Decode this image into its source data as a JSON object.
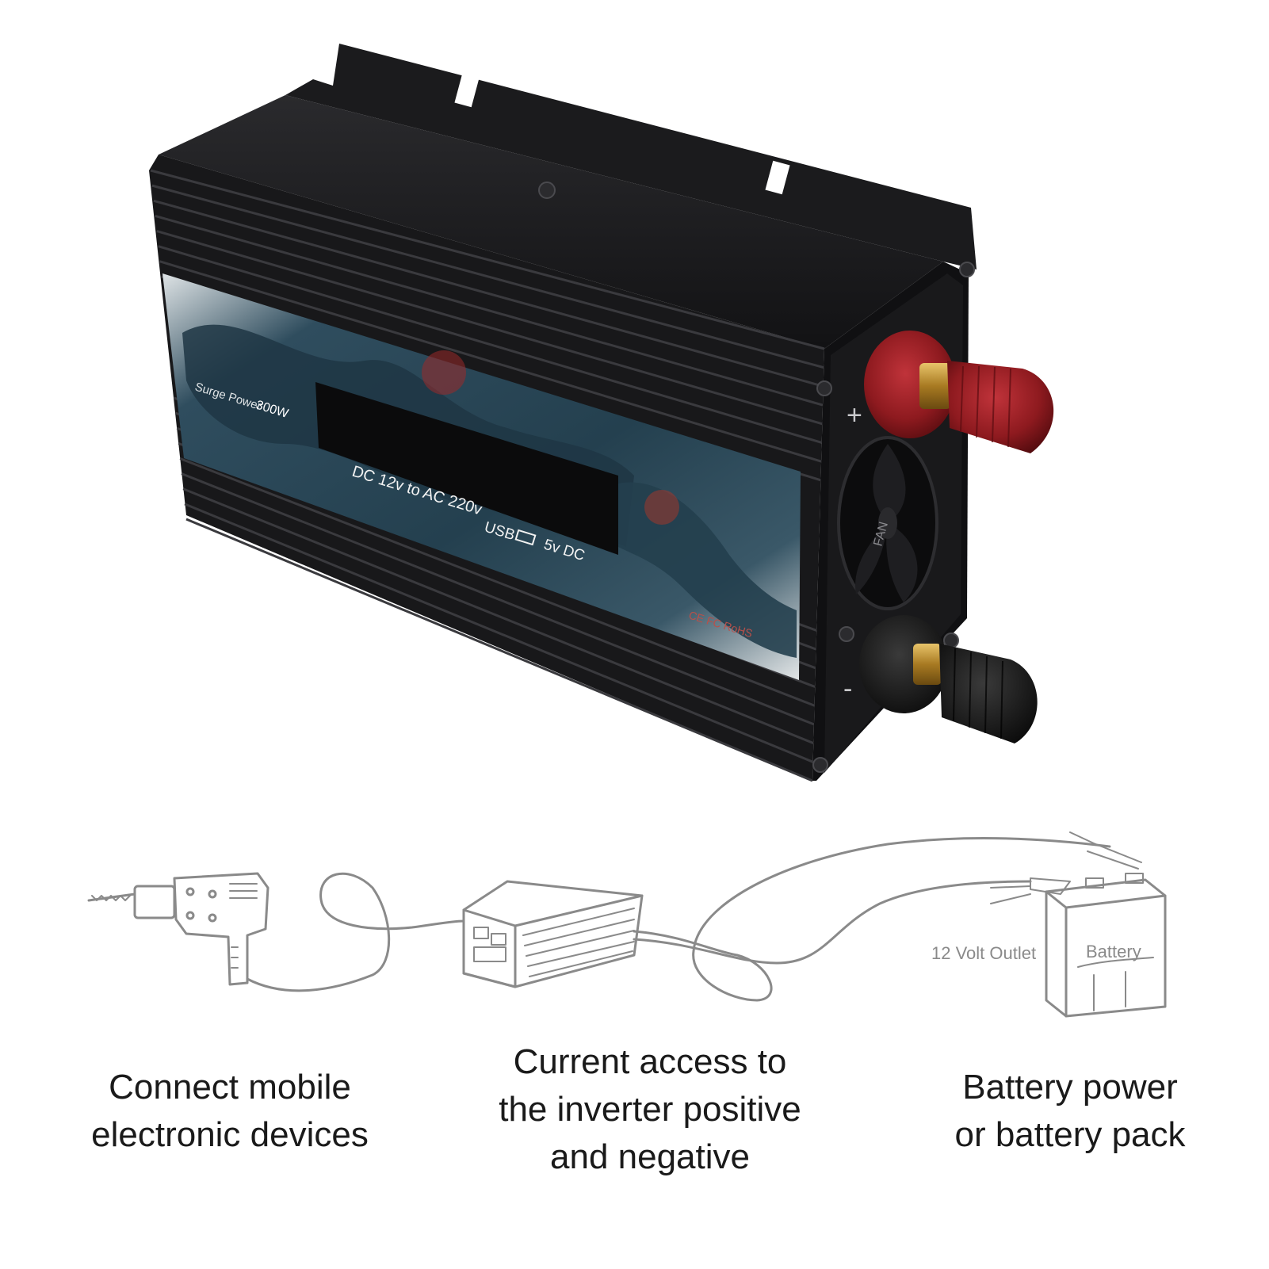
{
  "product": {
    "surge_label": "Surge Power",
    "surge_value": "300W",
    "conversion_label": "DC 12v to AC 220v",
    "usb_label": "USB",
    "usb_value": "5v DC",
    "certifications": "CE FC RoHS",
    "fan_label": "FAN",
    "positive_symbol": "+",
    "negative_symbol": "-"
  },
  "diagram": {
    "outlet_label": "12 Volt Outlet",
    "battery_label": "Battery"
  },
  "captions": [
    {
      "lines": [
        "Connect mobile",
        "electronic devices"
      ]
    },
    {
      "lines": [
        "Current access to",
        "the inverter positive",
        "and negative"
      ]
    },
    {
      "lines": [
        "Battery power",
        "or battery pack"
      ]
    }
  ],
  "colors": {
    "body": "#1c1c1e",
    "terminal_positive": "#8e1a1f",
    "terminal_negative": "#141414",
    "label_panel": "#2d4a5a",
    "sketch": "#8a8a8a"
  }
}
